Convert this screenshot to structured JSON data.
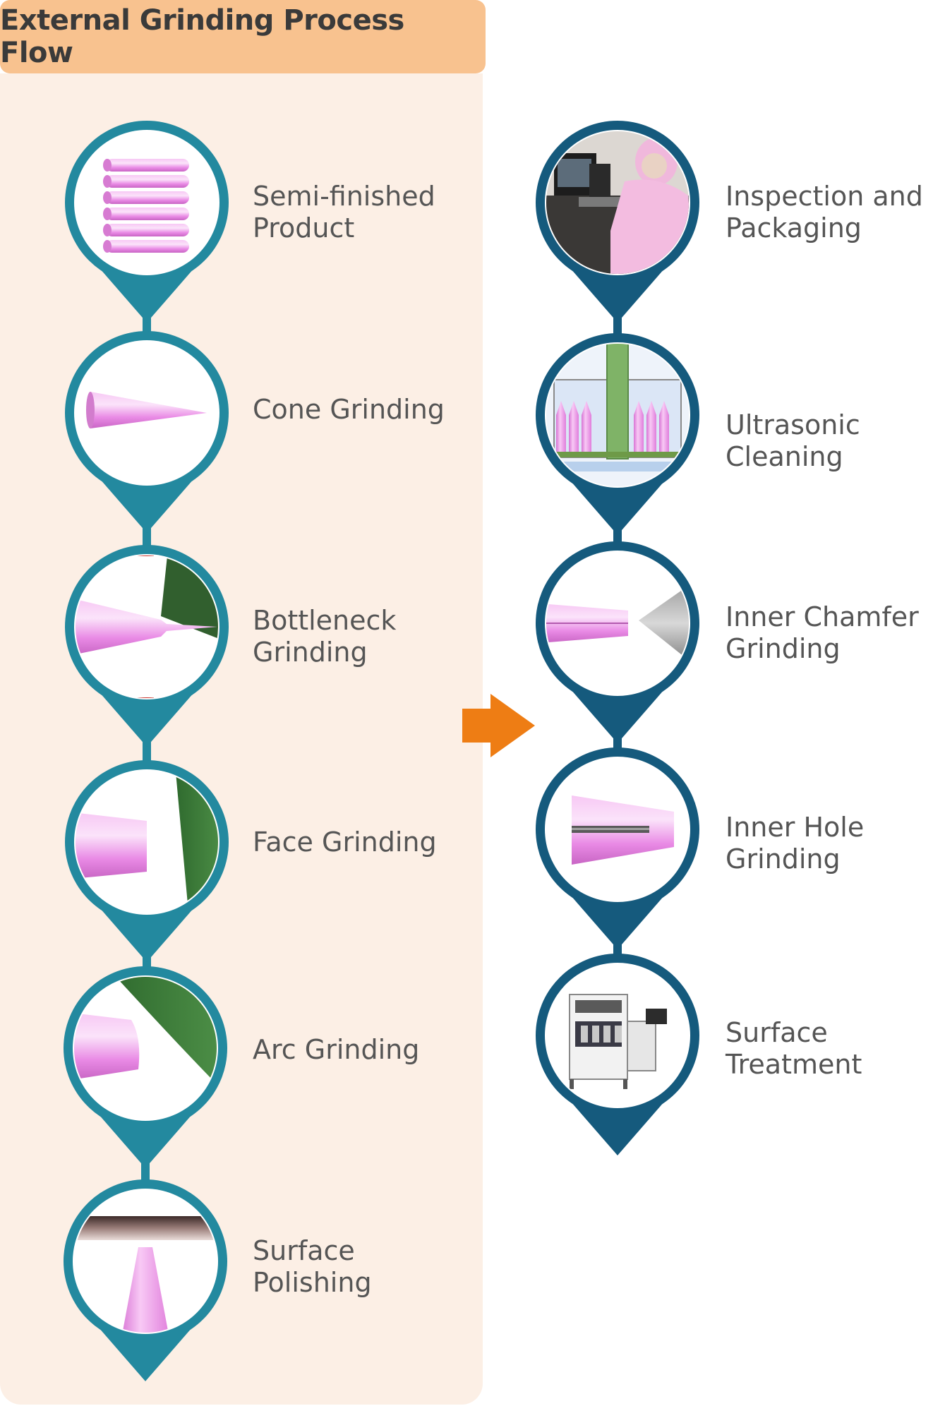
{
  "title": "External Grinding Process Flow",
  "colors": {
    "title_tab": "#f8c28f",
    "left_panel": "#fcefe5",
    "left_marker": "#23899f",
    "right_marker": "#155a7d",
    "arrow": "#ee7d14",
    "part_pink": "#ee8ee8",
    "wheel_green": "#3c7a3a",
    "text": "#555555"
  },
  "left_column": [
    {
      "label": "Semi-finished\nProduct",
      "icon": "rod-bundle-icon"
    },
    {
      "label": "Cone Grinding",
      "icon": "cone-grinding-icon"
    },
    {
      "label": "Bottleneck\nGrinding",
      "icon": "bottleneck-grinding-icon"
    },
    {
      "label": "Face Grinding",
      "icon": "face-grinding-icon"
    },
    {
      "label": "Arc Grinding",
      "icon": "arc-grinding-icon"
    },
    {
      "label": "Surface\nPolishing",
      "icon": "surface-polishing-icon"
    }
  ],
  "right_column": [
    {
      "label": "Inspection and\nPackaging",
      "icon": "inspection-photo-icon"
    },
    {
      "label": "Ultrasonic\nCleaning",
      "icon": "ultrasonic-cleaning-icon"
    },
    {
      "label": "Inner Chamfer\nGrinding",
      "icon": "inner-chamfer-grinding-icon"
    },
    {
      "label": "Inner Hole\nGrinding",
      "icon": "inner-hole-grinding-icon"
    },
    {
      "label": "Surface\nTreatment",
      "icon": "surface-treatment-machine-icon"
    }
  ],
  "connector_icon": "arrow-right-icon"
}
